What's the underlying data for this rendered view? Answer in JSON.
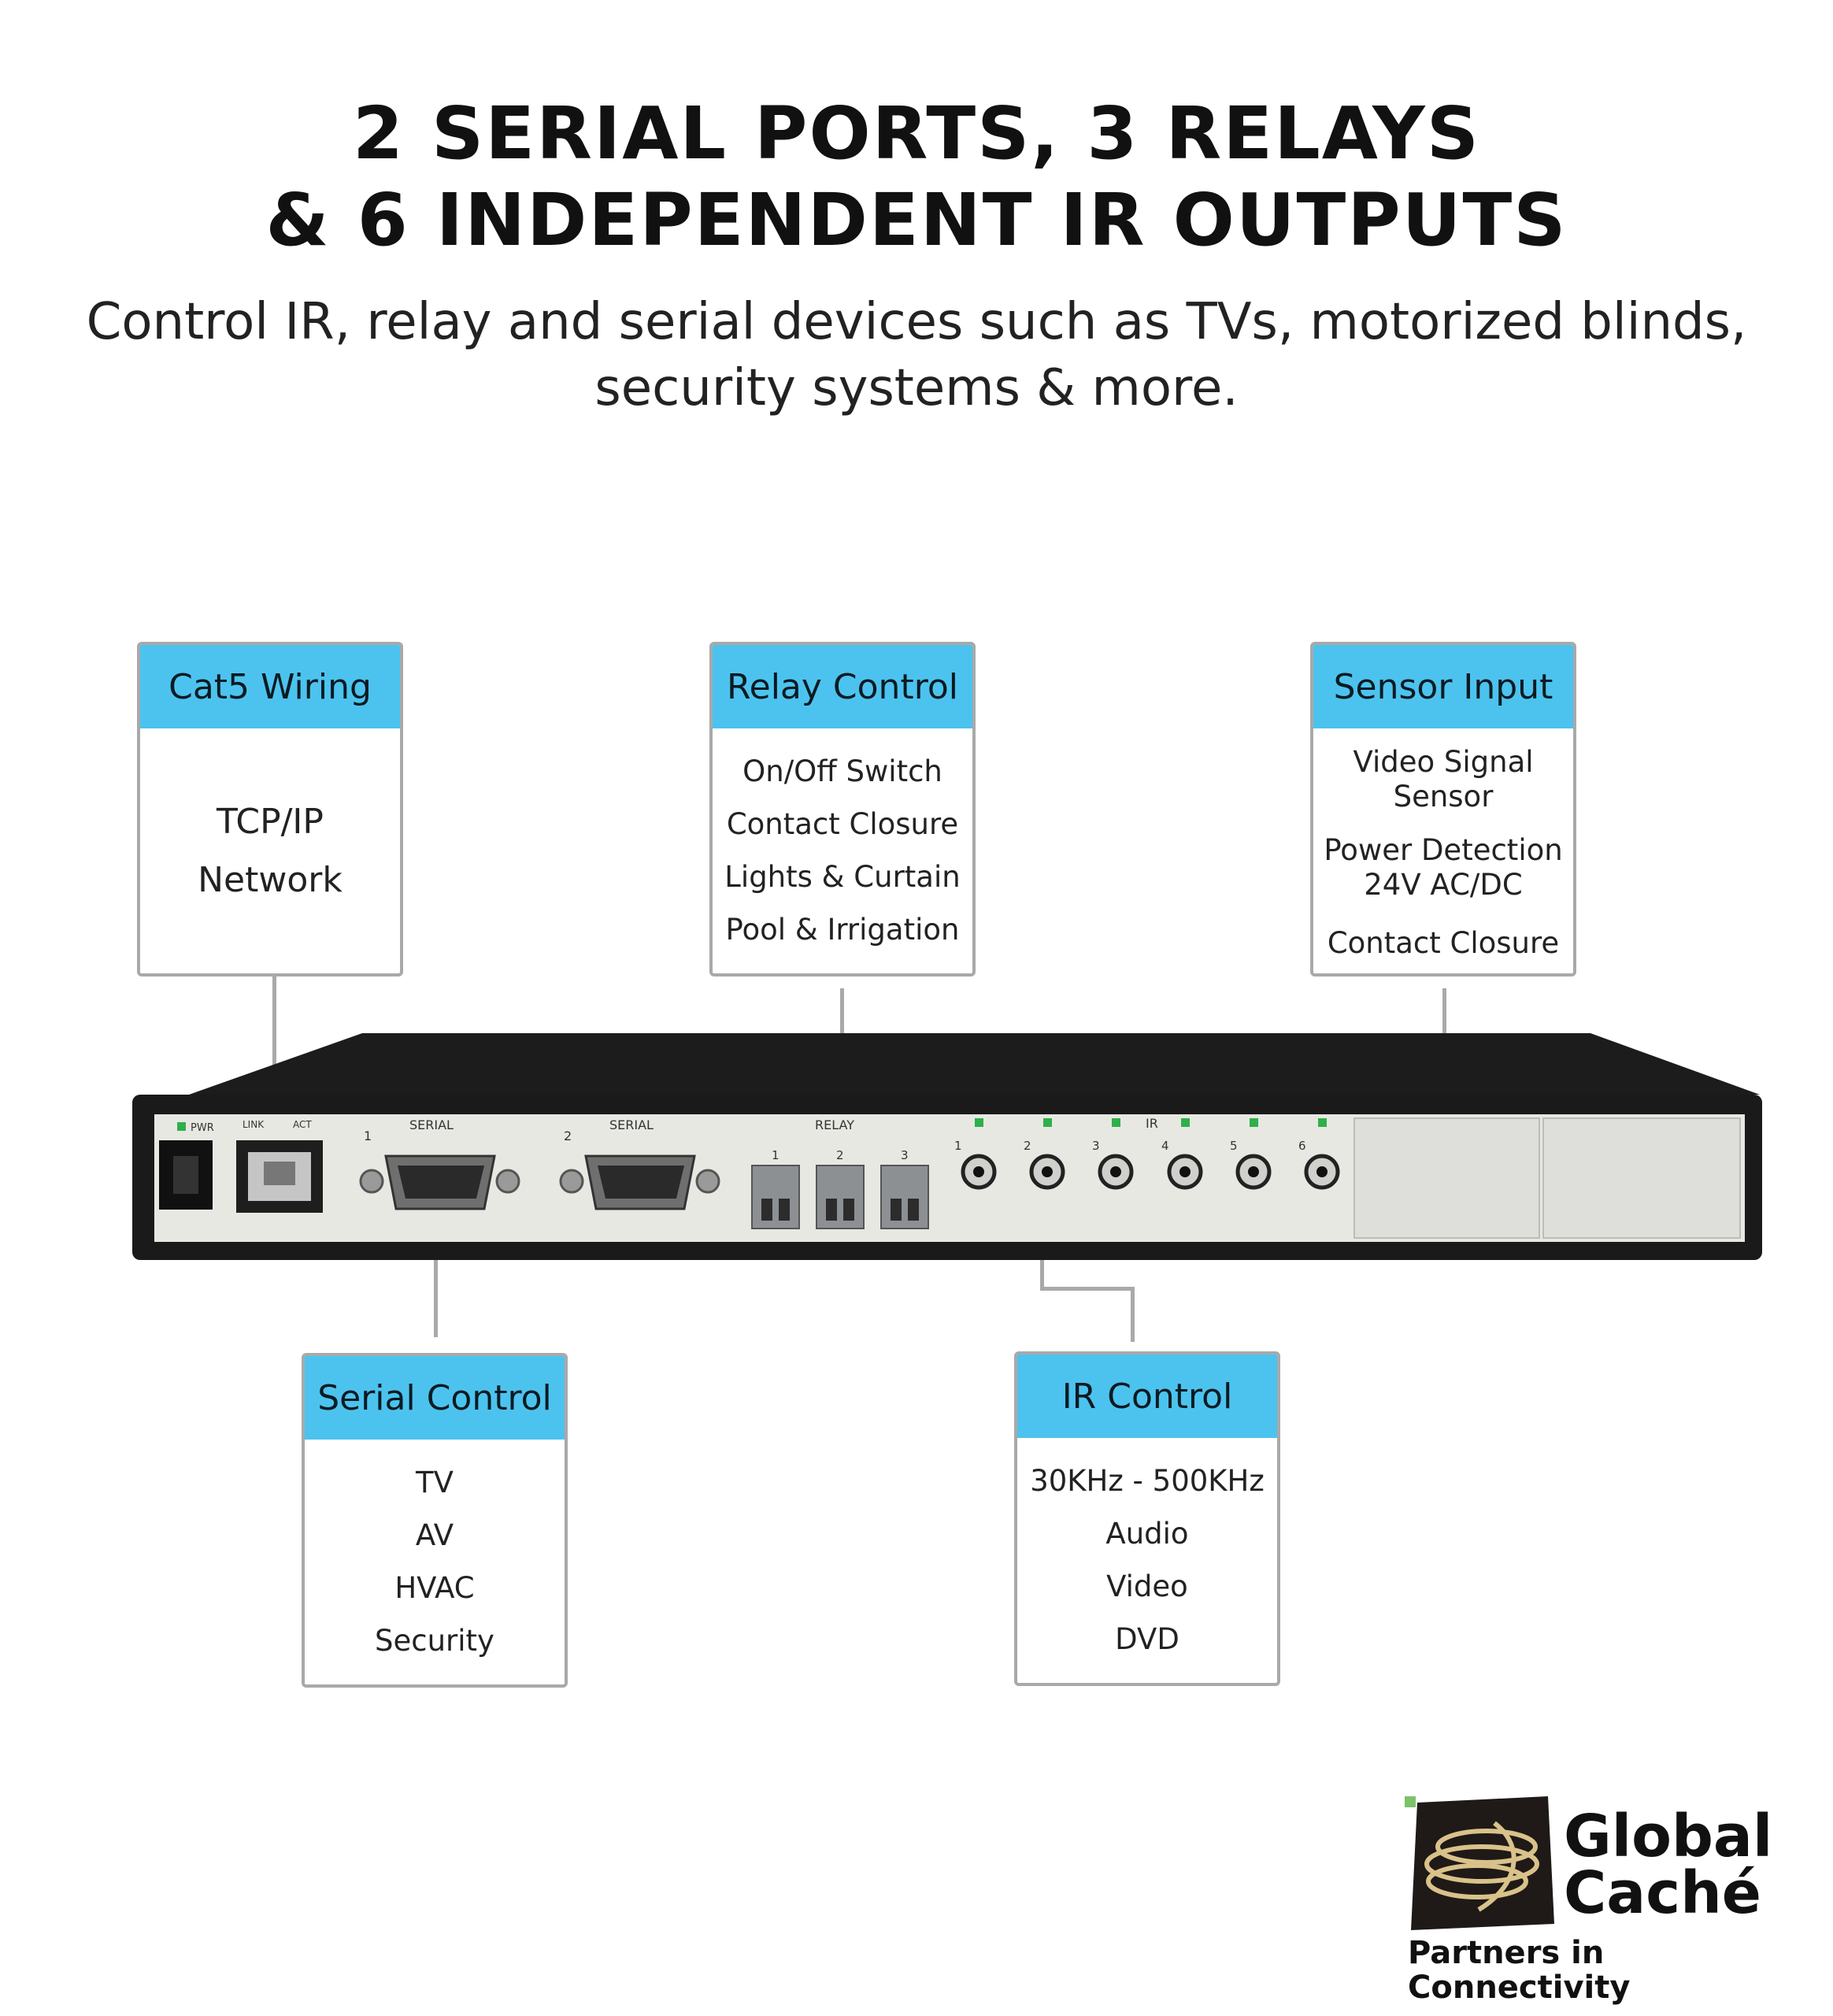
{
  "header": {
    "line1": "2 SERIAL PORTS, 3 RELAYS",
    "line2": "& 6 INDEPENDENT IR OUTPUTS"
  },
  "subtitle": {
    "line1": "Control IR, relay and serial devices such as TVs, motorized blinds,",
    "line2": "security systems & more."
  },
  "cards": {
    "cat5": {
      "title": "Cat5 Wiring",
      "items": [
        "TCP/IP",
        "Network"
      ]
    },
    "relay": {
      "title": "Relay Control",
      "items": [
        "On/Off Switch",
        "Contact Closure",
        "Lights & Curtain",
        "Pool & Irrigation"
      ]
    },
    "sensor": {
      "title": "Sensor Input",
      "items": [
        "Video Signal",
        "Sensor",
        "Power Detection",
        "24V AC/DC",
        "Contact Closure"
      ]
    },
    "serial": {
      "title": "Serial Control",
      "items": [
        "TV",
        "AV",
        "HVAC",
        "Security"
      ]
    },
    "ir": {
      "title": "IR Control",
      "items": [
        "30KHz - 500KHz",
        "Audio",
        "Video",
        "DVD"
      ]
    }
  },
  "device": {
    "pwr": "PWR",
    "link": "LINK",
    "act": "ACT",
    "serial_label": "SERIAL",
    "serial1": "1",
    "serial2": "2",
    "relay_label": "RELAY",
    "relay_nums": [
      "1",
      "2",
      "3"
    ],
    "ir_label": "IR",
    "ir_nums": [
      "1",
      "2",
      "3",
      "4",
      "5",
      "6"
    ]
  },
  "logo": {
    "name1": "Global",
    "name2": "Caché",
    "tagline": "Partners in Connectivity"
  },
  "colors": {
    "accent": "#4cc3ee",
    "card_border": "#a9a9a9",
    "led": "#2fb04a"
  }
}
